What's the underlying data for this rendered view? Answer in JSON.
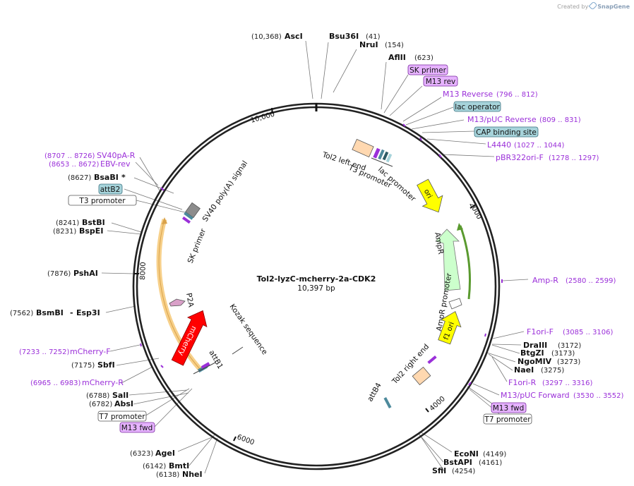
{
  "attribution": {
    "prefix": "Created by",
    "brand": "SnapGene"
  },
  "plasmid": {
    "name": "Tol2-lyzC-mcherry-2a-CDK2",
    "size": "10,397 bp"
  },
  "ticks": [
    "2000",
    "4000",
    "6000",
    "8000",
    "10,000"
  ],
  "sites": [
    {
      "name": "AscI",
      "loc": "(10,368)"
    },
    {
      "name": "Bsu36I",
      "loc": "(41)"
    },
    {
      "name": "NruI",
      "loc": "(154)"
    },
    {
      "name": "AflII",
      "loc": "(623)"
    },
    {
      "name": "DraIII",
      "loc": "(3172)"
    },
    {
      "name": "BtgZI",
      "loc": "(3173)"
    },
    {
      "name": "NgoMIV",
      "loc": "(3273)"
    },
    {
      "name": "NaeI",
      "loc": "(3275)"
    },
    {
      "name": "EcoNI",
      "loc": "(4149)"
    },
    {
      "name": "BstAPI",
      "loc": "(4161)"
    },
    {
      "name": "SfiI",
      "loc": "(4254)"
    },
    {
      "name": "AgeI",
      "loc": "(6323)"
    },
    {
      "name": "BmtI",
      "loc": "(6142)"
    },
    {
      "name": "NheI",
      "loc": "(6138)"
    },
    {
      "name": "SalI",
      "loc": "(6788)"
    },
    {
      "name": "AbsI",
      "loc": "(6782)"
    },
    {
      "name": "SbfI",
      "loc": "(7175)"
    },
    {
      "name": "BsmBI",
      "loc": "(7562)"
    },
    {
      "name": "Esp3I",
      "loc": ""
    },
    {
      "name": "PshAI",
      "loc": "(7876)"
    },
    {
      "name": "BstBI",
      "loc": "(8241)"
    },
    {
      "name": "BspEI",
      "loc": "(8231)"
    },
    {
      "name": "BsaBI",
      "loc": "(8627)"
    }
  ],
  "primers": [
    {
      "name": "M13 Reverse",
      "loc": "(796 .. 812)"
    },
    {
      "name": "M13/pUC Reverse",
      "loc": "(809 .. 831)"
    },
    {
      "name": "L4440",
      "loc": "(1027 .. 1044)"
    },
    {
      "name": "pBR322ori-F",
      "loc": "(1278 .. 1297)"
    },
    {
      "name": "Amp-R",
      "loc": "(2580 .. 2599)"
    },
    {
      "name": "F1ori-F",
      "loc": "(3085 .. 3106)"
    },
    {
      "name": "F1ori-R",
      "loc": "(3297 .. 3316)"
    },
    {
      "name": "M13/pUC Forward",
      "loc": "(3530 .. 3552)"
    },
    {
      "name": "SV40pA-R",
      "loc": "(8707 .. 8726)"
    },
    {
      "name": "EBV-rev",
      "loc": "(8653 .. 8672)"
    },
    {
      "name": "mCherry-F",
      "loc": "(7233 .. 7252)"
    },
    {
      "name": "mCherry-R",
      "loc": "(6965 .. 6983)"
    }
  ],
  "boxed_labels": [
    {
      "text": "SK primer",
      "kind": "primer"
    },
    {
      "text": "M13 rev",
      "kind": "primer"
    },
    {
      "text": "lac operator",
      "kind": "feature"
    },
    {
      "text": "CAP binding site",
      "kind": "feature"
    },
    {
      "text": "attB2",
      "kind": "feature"
    },
    {
      "text": "T3 promoter",
      "kind": "promoter"
    },
    {
      "text": "M13 fwd",
      "kind": "primer"
    },
    {
      "text": "T7 promoter",
      "kind": "promoter"
    },
    {
      "text": "T7 promoter",
      "kind": "promoter"
    },
    {
      "text": "M13 fwd",
      "kind": "primer"
    }
  ],
  "features": {
    "ori": "ori",
    "mcherry": "mCherry",
    "ampr": "AmpR",
    "ampr_promoter": "AmpR promoter",
    "f1_ori": "f1 ori",
    "p2a": "P2A",
    "kozak": "Kozak sequence",
    "attb1": "attB1",
    "attb4": "attB4",
    "tol2_left": "Tol2 left end",
    "tol2_right": "Tol2 right end",
    "t3_promoter": "T3 promoter",
    "lac_promoter": "lac promoter",
    "sv40": "SV40 poly(A) signal",
    "sk_primer": "SK primer"
  },
  "colors": {
    "backbone": "#222222",
    "ori": "#ffff00",
    "mcherry": "#ff0000",
    "ampr": "#ccffcc",
    "ampr_promoter": "#ffffff",
    "f1_ori": "#ffff00",
    "cds_arc": "#f7d08a",
    "green_arc": "#5a9a2f",
    "primer_text": "#9b30d9",
    "primer_box": "#e6b3ff",
    "feature_box": "#a6d3da",
    "tol2": "#ffd8b0",
    "sv40": "#8c8c8c",
    "p2a": "#d9a0c8"
  }
}
